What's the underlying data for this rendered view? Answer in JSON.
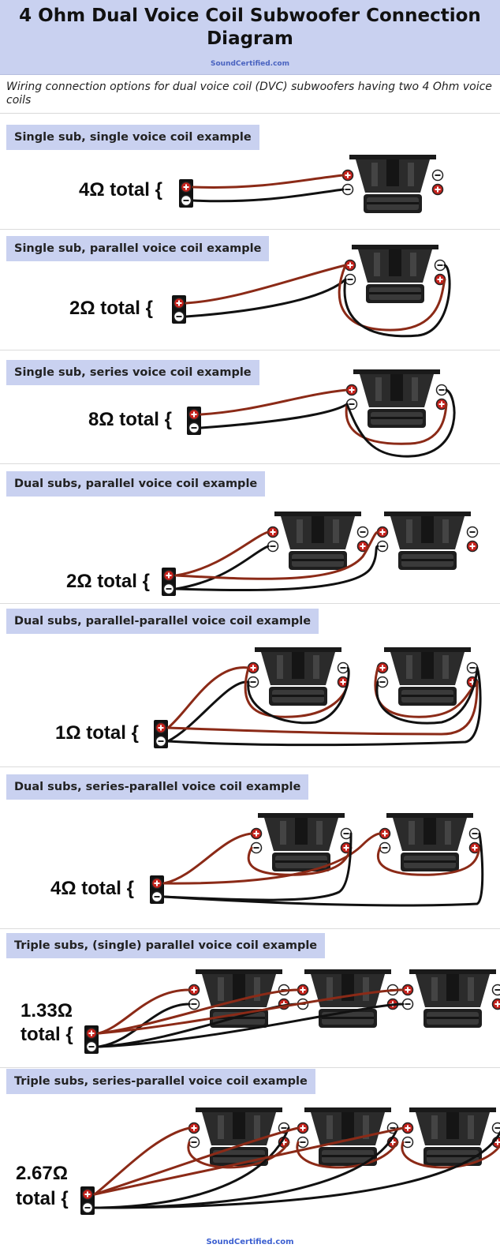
{
  "header": {
    "title": "4 Ohm Dual Voice Coil Subwoofer Connection Diagram",
    "site_top": "SoundCertified.com"
  },
  "subtitle": "Wiring connection options for dual voice coil (DVC) subwoofers having two 4 Ohm voice coils",
  "sections": [
    {
      "label": "Single sub, single voice coil example",
      "total": "4Ω total {"
    },
    {
      "label": "Single sub, parallel voice coil example",
      "total": "2Ω total {"
    },
    {
      "label": "Single sub, series voice coil example",
      "total": "8Ω total {"
    },
    {
      "label": "Dual subs, parallel voice coil example",
      "total": "2Ω total {"
    },
    {
      "label": "Dual subs, parallel-parallel voice coil example",
      "total": "1Ω total {"
    },
    {
      "label": "Dual subs, series-parallel voice coil example",
      "total": "4Ω total {"
    },
    {
      "label": "Triple subs, (single) parallel voice coil example",
      "total_value": "1.33Ω",
      "total_suffix": "total {"
    },
    {
      "label": "Triple subs, series-parallel voice coil example",
      "total_value": "2.67Ω",
      "total_suffix": "total {"
    }
  ],
  "footer": {
    "site_a": "Sound",
    "site_b": "Certified.com"
  },
  "colors": {
    "header_bg": "#c9d1f0",
    "label_bg": "#c9d1f0",
    "positive_wire": "#8b2a17",
    "negative_wire": "#111111",
    "positive_terminal": "#c4221c"
  },
  "icons": [
    "subwoofer-icon",
    "terminal-plus-icon",
    "terminal-minus-icon",
    "amp-terminal-icon"
  ]
}
